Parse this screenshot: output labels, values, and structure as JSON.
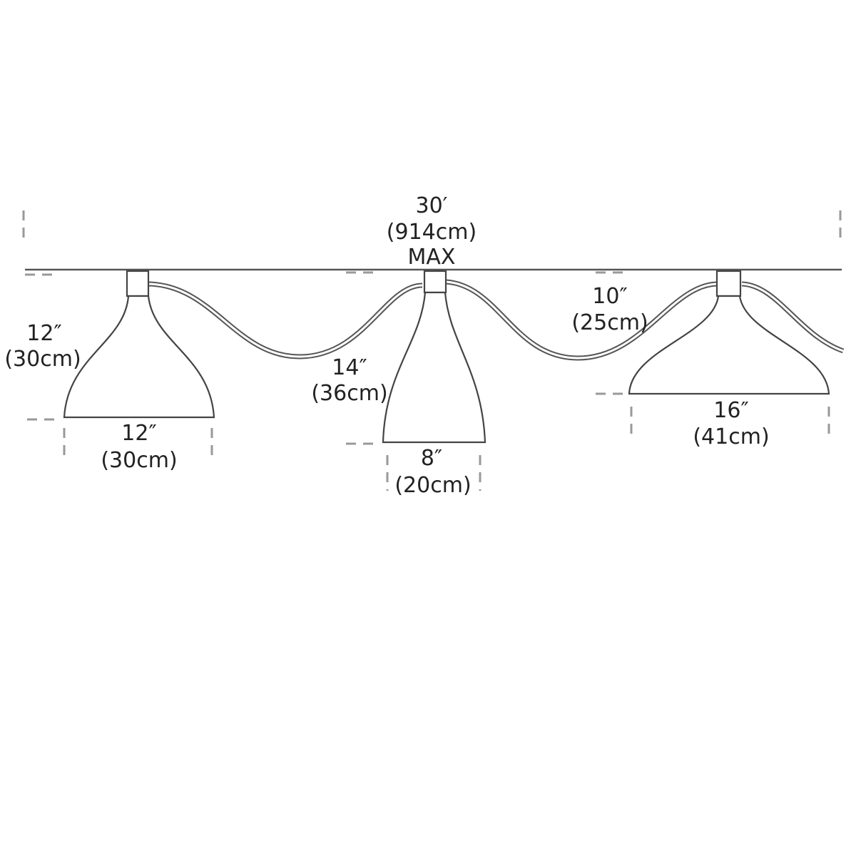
{
  "overall": {
    "length_in": "30′",
    "length_cm": "(914cm)",
    "note": "MAX"
  },
  "lamps": [
    {
      "height_in": "12″",
      "height_cm": "(30cm)",
      "width_in": "12″",
      "width_cm": "(30cm)"
    },
    {
      "height_in": "14″",
      "height_cm": "(36cm)",
      "width_in": "8″",
      "width_cm": "(20cm)"
    },
    {
      "height_in": "10″",
      "height_cm": "(25cm)",
      "width_in": "16″",
      "width_cm": "(41cm)"
    }
  ]
}
